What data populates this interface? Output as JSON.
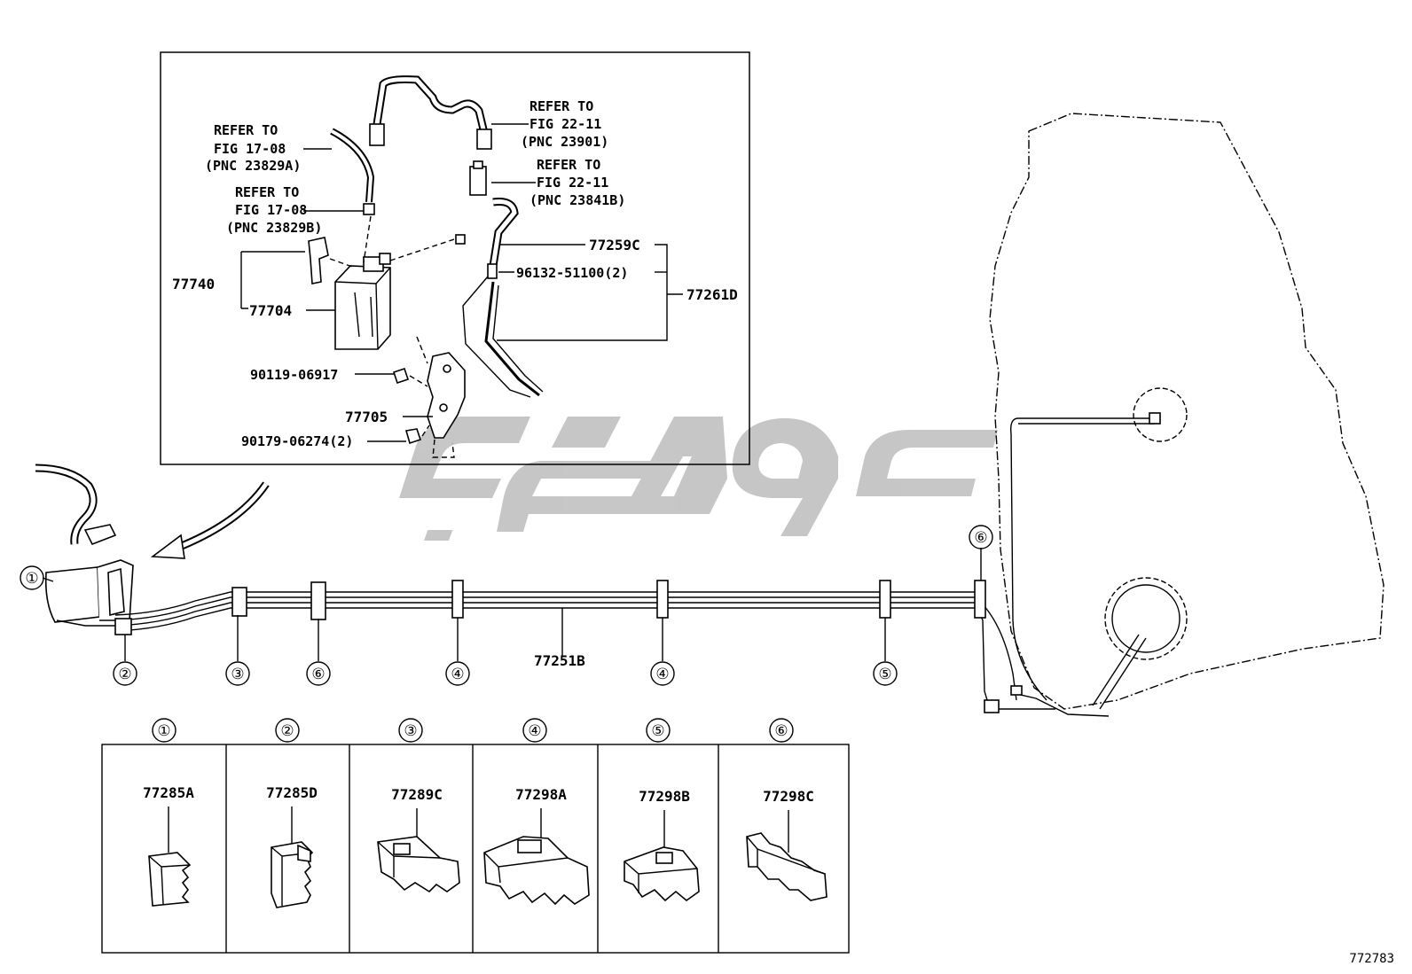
{
  "inset": {
    "refs": [
      {
        "l1": "REFER TO",
        "l2": "FIG 17-08",
        "l3": "(PNC 23829A)"
      },
      {
        "l1": "REFER TO",
        "l2": "FIG 17-08",
        "l3": "(PNC 23829B)"
      },
      {
        "l1": "REFER TO",
        "l2": "FIG 22-11",
        "l3": "(PNC 23901)"
      },
      {
        "l1": "REFER TO",
        "l2": "FIG 22-11",
        "l3": "(PNC 23841B)"
      }
    ],
    "parts": {
      "p77740": "77740",
      "p77704": "77704",
      "p77259c": "77259C",
      "p96132": "96132-51100(2)",
      "p77261d": "77261D",
      "p90119": "90119-06917",
      "p77705": "77705",
      "p90179": "90179-06274(2)"
    }
  },
  "main": {
    "tube_part": "77251B",
    "callouts": [
      "①",
      "②",
      "③",
      "⑥",
      "④",
      "④",
      "⑤",
      "⑥"
    ]
  },
  "legend": {
    "cells": [
      {
        "num": "①",
        "part": "77285A"
      },
      {
        "num": "②",
        "part": "77285D"
      },
      {
        "num": "③",
        "part": "77289C"
      },
      {
        "num": "④",
        "part": "77298A"
      },
      {
        "num": "⑤",
        "part": "77298B"
      },
      {
        "num": "⑥",
        "part": "77298C"
      }
    ]
  },
  "figure_id": "772783"
}
